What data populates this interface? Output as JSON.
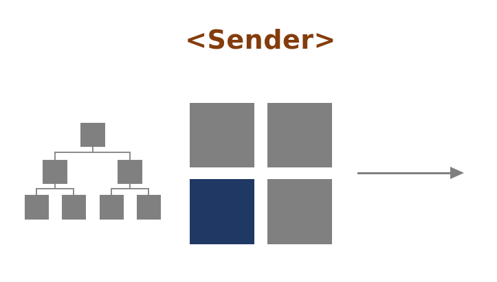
{
  "title": "<Sender>",
  "colors": {
    "title": "#843c0c",
    "node": "#808080",
    "connector": "#8c8c8c",
    "cell": "#808080",
    "highlight": "#203864",
    "arrow": "#7f7f7f"
  },
  "tree": {
    "levels": 3,
    "branching": 2
  },
  "grid": {
    "rows": 2,
    "cols": 2,
    "highlighted_cell": "bottom-left"
  },
  "arrow": {
    "direction": "right",
    "icon": "right-arrow-icon"
  }
}
